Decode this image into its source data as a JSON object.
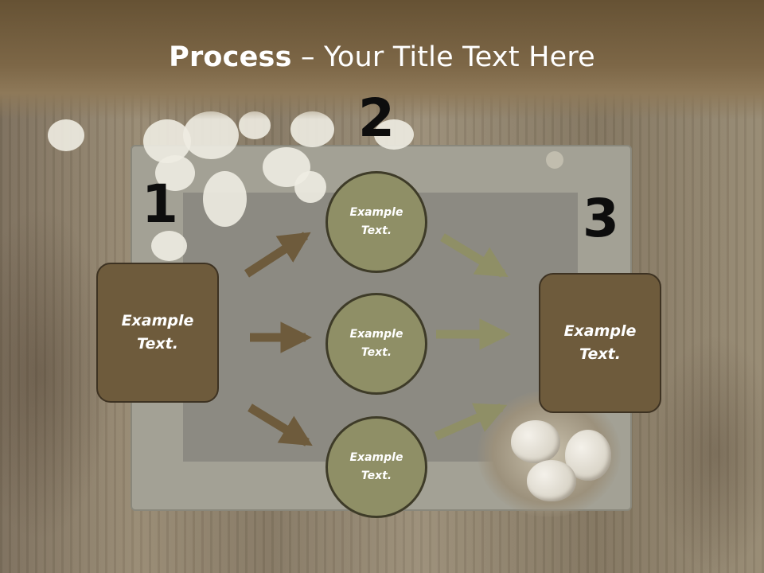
{
  "title": {
    "bold": "Process",
    "rest": " – Your Title Text Here"
  },
  "colors": {
    "box_fill": "#6e5b3c",
    "circle_fill": "#8f8f66",
    "arrow_left": "#6e5b3c",
    "arrow_right": "#8f8f66",
    "number_text": "#0d0d0d"
  },
  "steps": [
    {
      "number": "1",
      "label": "Example\nText."
    },
    {
      "number": "2",
      "label": "Example\nText."
    },
    {
      "number": "3",
      "label": "Example\nText."
    }
  ],
  "circles": [
    {
      "label": "Example\nText."
    },
    {
      "label": "Example\nText."
    },
    {
      "label": "Example\nText."
    }
  ]
}
